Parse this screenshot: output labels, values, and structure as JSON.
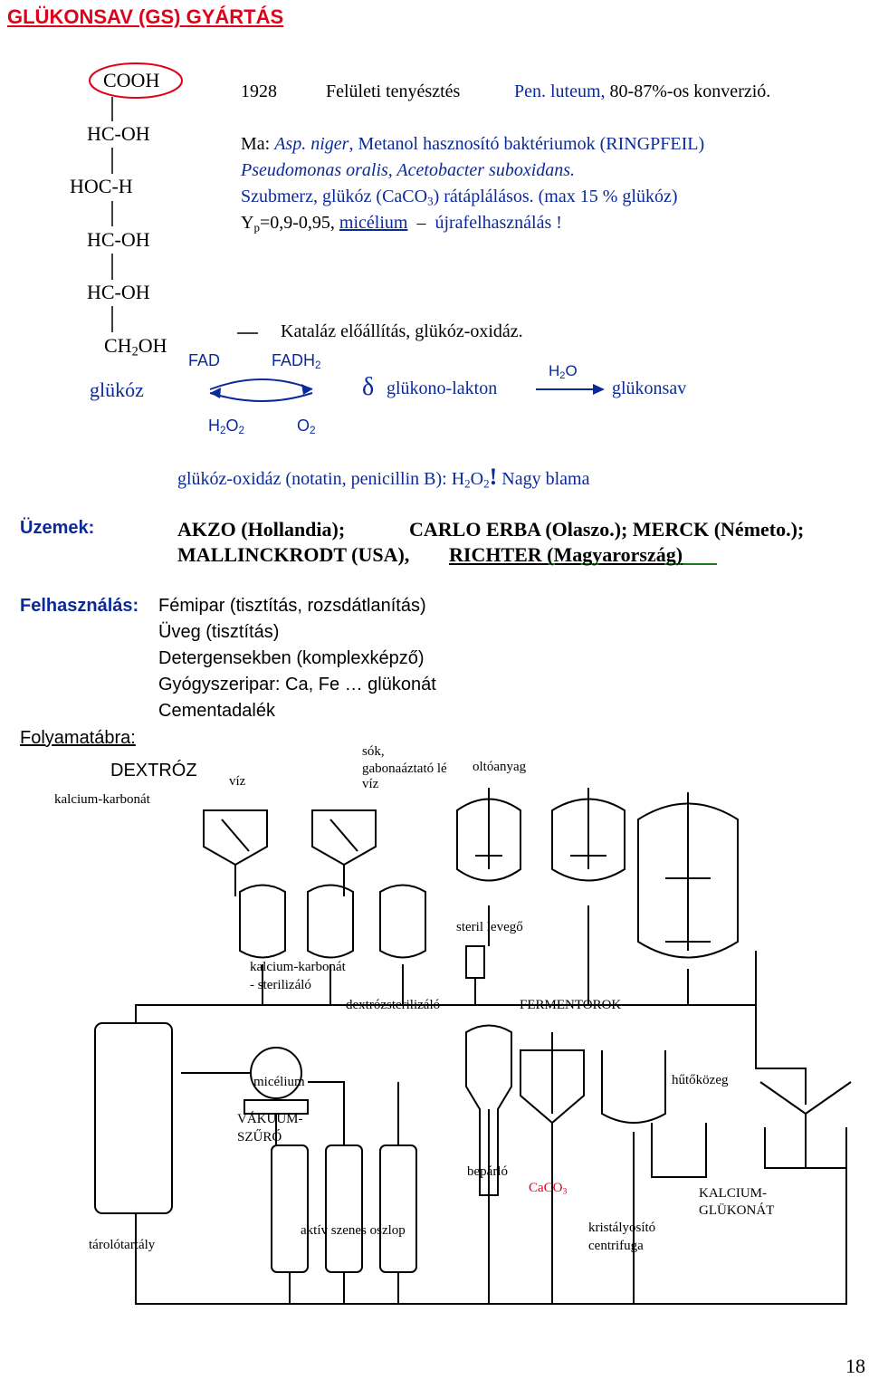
{
  "title": "GLÜKONSAV (GS) GYÁRTÁS",
  "structure": {
    "groups": [
      "COOH",
      "HC-OH",
      "HOC-H",
      "HC-OH",
      "HC-OH"
    ],
    "last_group_main": "CH",
    "last_group_sub": "2",
    "last_group_tail": "OH",
    "name": "glükóz"
  },
  "history": {
    "year": "1928",
    "method": "Felületi tenyésztés",
    "organism": "Pen. luteum,",
    "conversion": "80-87%-os konverzió."
  },
  "today": {
    "prefix": "Ma:",
    "organism1": "Asp. niger",
    "comma": ",",
    "methanol": "Metanol hasznosító baktériumok (RINGPFEIL)",
    "line2": "Pseudomonas oralis, Acetobacter suboxidans.",
    "line3_a": "Szubmerz, glükóz (CaCO",
    "line3_sub": "3",
    "line3_b": ") rátáplálásos. (max 15 % glükóz)",
    "line4_a": "Y",
    "line4_sub": "p",
    "line4_b": "=0,9-0,95,",
    "line4_mycel": "micélium",
    "line4_c": "újrafelhasználás !"
  },
  "catalase": "Kataláz előállítás, glükóz-oxidáz.",
  "reaction": {
    "substrate": "glükóz",
    "fad": "FAD",
    "fadh": "FADH",
    "fadh_sub": "2",
    "h2o2_a": "H",
    "h2o2_sub1": "2",
    "h2o2_b": "O",
    "h2o2_sub2": "2",
    "o2_a": "O",
    "o2_sub": "2",
    "delta": "δ",
    "lactone": "glükono-lakton",
    "water_a": "H",
    "water_sub": "2",
    "water_b": "O",
    "product": "glükonsav"
  },
  "enzyme_note": {
    "text": "glükóz-oxidáz (notatin, penicillin B): H",
    "sub1": "2",
    "mid": "O",
    "sub2": "2",
    "excl": "!",
    "tail": "Nagy blama"
  },
  "plants": {
    "label": "Üzemek:",
    "line1_a": "AKZO (Hollandia);",
    "line1_b": "CARLO ERBA (Olaszo.); MERCK (Németo.);",
    "line2_a": "MALLINCKRODT (USA),",
    "line2_b": "RICHTER (Magyarország)"
  },
  "usage": {
    "label": "Felhasználás:",
    "items": [
      "Fémipar (tisztítás, rozsdátlanítás)",
      "Üveg (tisztítás)",
      "Detergensekben (komplexképző)",
      "Gyógyszeripar: Ca, Fe … glükonát",
      "Cementadalék"
    ]
  },
  "flow": {
    "label": "Folyamatábra:",
    "dextroz": "DEXTRÓZ",
    "caco3_in": "kalcium-karbonát",
    "viz1": "víz",
    "salts_1": "sók,",
    "salts_2": "gabonaáztató lé",
    "salts_3": "víz",
    "inoculum": "oltóanyag",
    "sterile_air": "steril levegő",
    "caco3_steril_1": "kalcium-karbonát",
    "caco3_steril_2": "- sterilizáló",
    "dextrose_steril": "dextrózsterilizáló",
    "fermenters": "FERMENTOROK",
    "mycelium": "micélium",
    "coolant": "hűtőközeg",
    "vacuum_1": "VÁKUUM-",
    "vacuum_2": "SZŰRŐ",
    "evaporator": "bepárló",
    "caco3_a": "CaCO",
    "caco3_sub": "3",
    "product_1": "KALCIUM-",
    "product_2": "GLÜKONÁT",
    "tank": "tárolótartály",
    "column": "aktív szenes oszlop",
    "crystal_1": "kristályosító",
    "crystal_2": "centrifuga"
  },
  "page_number": "18"
}
